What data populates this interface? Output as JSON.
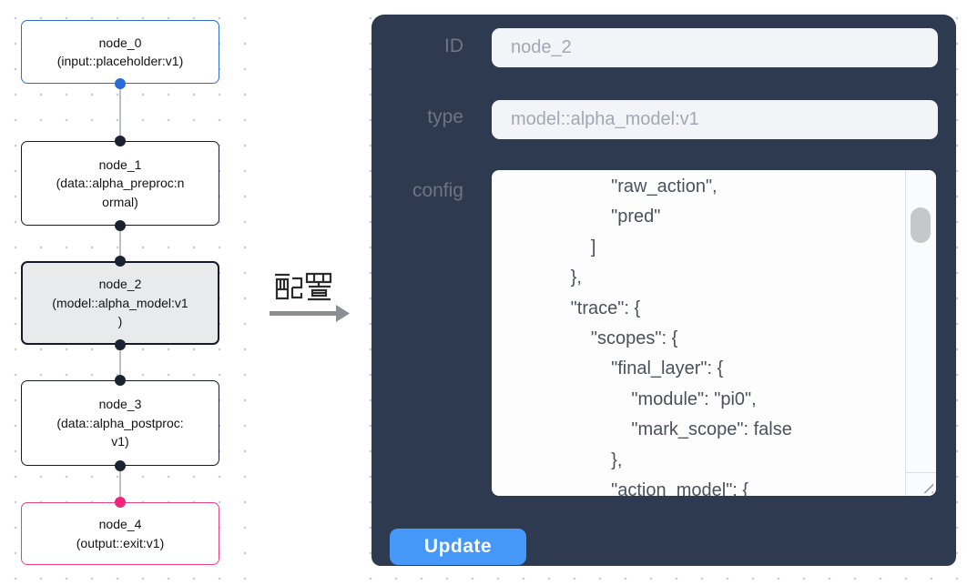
{
  "flow": {
    "nodes": [
      {
        "title": "node_0",
        "subtitle_lines": [
          "(input::placeholder:v1)"
        ],
        "kind": "input",
        "accent": "#2f6bd0",
        "selected": false
      },
      {
        "title": "node_1",
        "subtitle_lines": [
          "(data::alpha_preproc:n",
          "ormal)"
        ],
        "kind": "data",
        "accent": "#16192b",
        "selected": false
      },
      {
        "title": "node_2",
        "subtitle_lines": [
          "(model::alpha_model:v1",
          ")"
        ],
        "kind": "model",
        "accent": "#16192b",
        "selected": true
      },
      {
        "title": "node_3",
        "subtitle_lines": [
          "(data::alpha_postproc:",
          "v1)"
        ],
        "kind": "data",
        "accent": "#16192b",
        "selected": false
      },
      {
        "title": "node_4",
        "subtitle_lines": [
          "(output::exit:v1)"
        ],
        "kind": "output",
        "accent": "#ec3e82",
        "selected": false
      }
    ],
    "edge_label": {
      "text": "配置"
    }
  },
  "panel": {
    "fields": [
      {
        "label": "ID",
        "value": "node_2"
      },
      {
        "label": "type",
        "value": "model::alpha_model:v1"
      }
    ],
    "config": {
      "label": "config",
      "lines": [
        "                    \"raw_action\",",
        "                    \"pred\"",
        "                ]",
        "            },",
        "            \"trace\": {",
        "                \"scopes\": {",
        "                    \"final_layer\": {",
        "                        \"module\": \"pi0\",",
        "                        \"mark_scope\": false",
        "                    },",
        "                    \"action_model\": {"
      ]
    },
    "update_button": "Update"
  },
  "icons": {
    "edge_arrow": "right-arrow",
    "resize_handle": "diagonal-grip",
    "scrollbar_thumb": "vertical-scrollbar"
  },
  "colors": {
    "panel_bg": "#2e3a4f",
    "button_blue": "#4598f7",
    "input_bg": "#f2f4f8",
    "node_default_border": "#16192b",
    "node_selected_bg": "#e9eaec",
    "input_node_accent": "#2f6bd0",
    "output_node_accent": "#ec3e82",
    "port_blue": "#2a6ad8",
    "port_dark": "#1b2333",
    "port_pink": "#f1257c",
    "grid_dot": "#c9ccd1"
  }
}
